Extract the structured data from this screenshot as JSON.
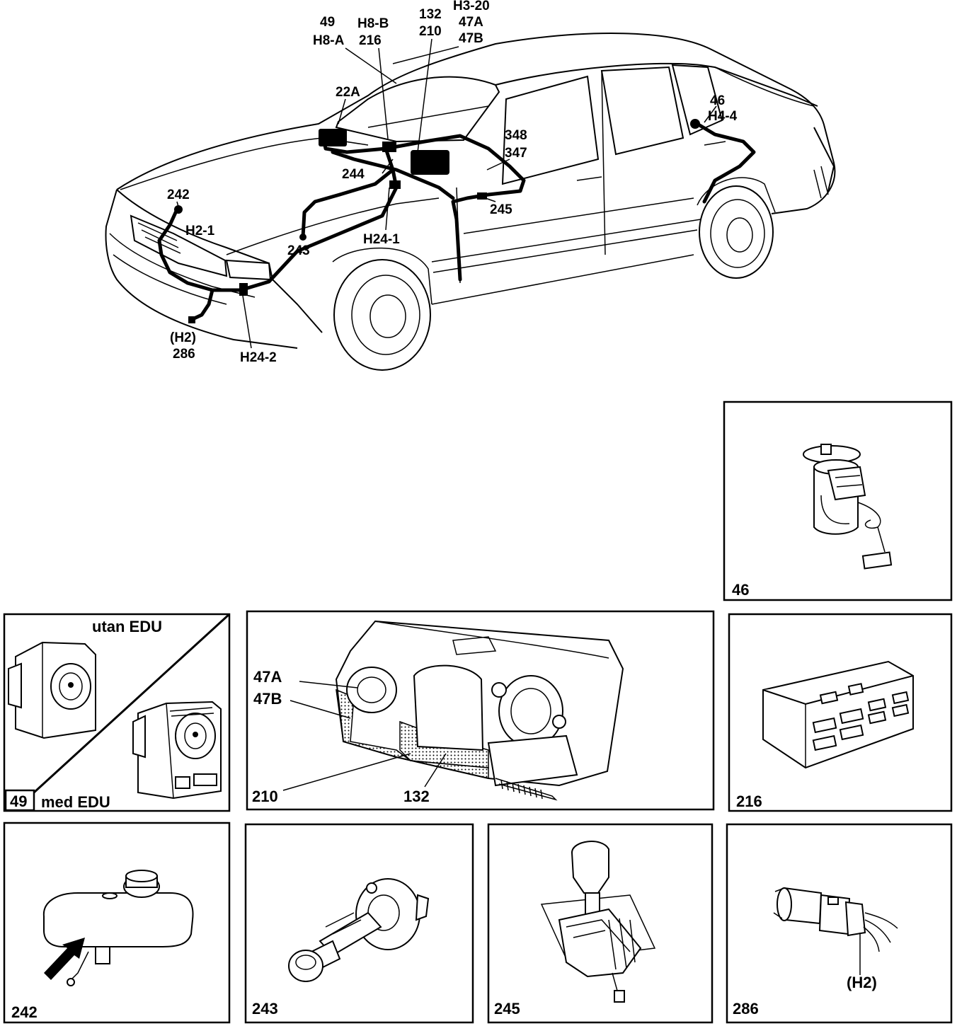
{
  "car_view": {
    "callouts": {
      "c49": "49",
      "h8a": "H8-A",
      "h8b": "H8-B",
      "c216": "216",
      "c132": "132",
      "c210": "210",
      "h320": "H3-20",
      "c47a": "47A",
      "c47b": "47B",
      "c22a": "22A",
      "c46": "46",
      "h44": "H4-4",
      "c348": "348",
      "c347": "347",
      "c244": "244",
      "c242": "242",
      "h21": "H2-1",
      "c243": "243",
      "h241": "H24-1",
      "c245": "245",
      "h2": "(H2)",
      "c286": "286",
      "h242": "H24-2"
    }
  },
  "panels": {
    "p46": {
      "number": "46"
    },
    "p49": {
      "number": "49",
      "upper_caption": "utan EDU",
      "lower_caption": "med  EDU"
    },
    "p210": {
      "number": "210",
      "callout_47a": "47A",
      "callout_47b": "47B",
      "callout_132": "132"
    },
    "p216": {
      "number": "216"
    },
    "p242": {
      "number": "242"
    },
    "p243": {
      "number": "243"
    },
    "p245": {
      "number": "245"
    },
    "p286": {
      "number": "286",
      "callout": "(H2)"
    }
  }
}
